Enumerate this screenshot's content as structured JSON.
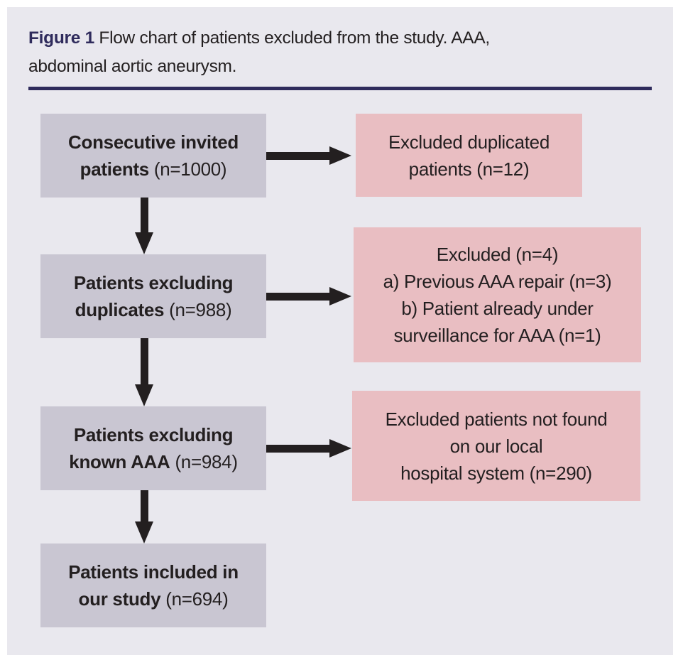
{
  "figure": {
    "caption_label": "Figure 1",
    "caption_text": " Flow chart of patients excluded from the study. AAA,\nabdominal aortic aneurysm."
  },
  "flow": {
    "left_boxes": [
      {
        "bold": "Consecutive invited\npatients",
        "normal": " (n=1000)"
      },
      {
        "bold": "Patients excluding\nduplicates",
        "normal": " (n=988)"
      },
      {
        "bold": "Patients excluding\nknown AAA",
        "normal": " (n=984)"
      },
      {
        "bold": "Patients included in\nour study",
        "normal": " (n=694)"
      }
    ],
    "right_boxes": [
      {
        "text": "Excluded duplicated\npatients (n=12)"
      },
      {
        "text": "Excluded (n=4)\na) Previous AAA repair (n=3)\nb) Patient already under\nsurveillance for AAA (n=1)"
      },
      {
        "text": "Excluded patients not found\non our local\nhospital system (n=290)"
      }
    ]
  },
  "colors": {
    "accent_navy": "#2f2b5c",
    "panel_bg": "#e9e8ee",
    "left_box_fill": "#c9c6d2",
    "right_box_fill": "#e9bec2",
    "arrow": "#231f20",
    "text_black": "#231f20"
  }
}
